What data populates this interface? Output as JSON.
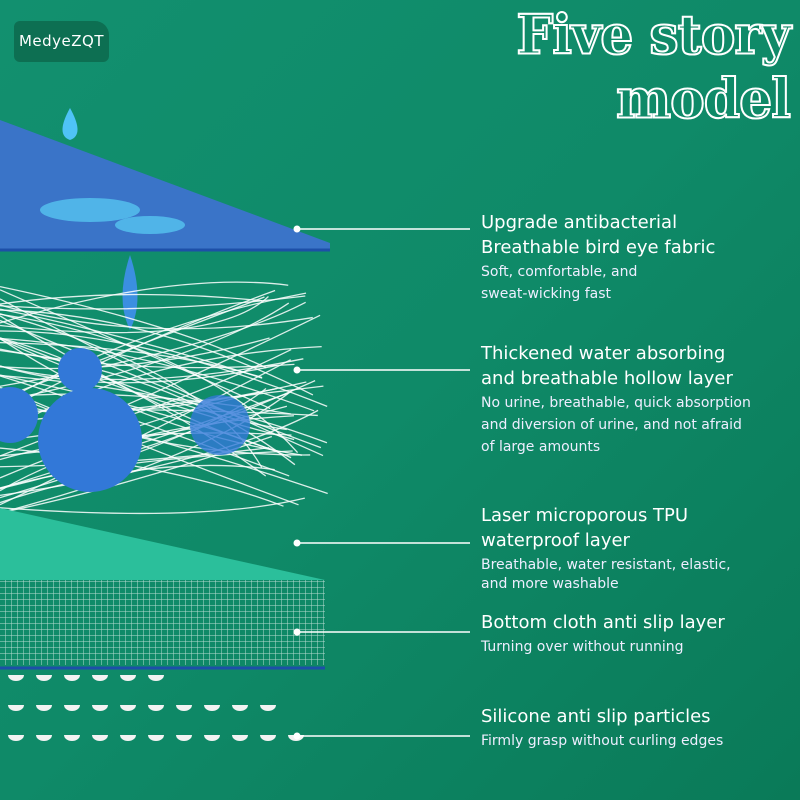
{
  "brand": {
    "logo_text": "MedyeZQT"
  },
  "title": "Five story model",
  "colors": {
    "background": "#10896a",
    "fabric": "#2f6fc4",
    "tpu": "#2bbf9b"
  },
  "layers": [
    {
      "title_lines": [
        "Upgrade antibacterial",
        "Breathable bird eye fabric"
      ],
      "desc_lines": [
        "Soft, comfortable, and",
        "sweat-wicking fast"
      ]
    },
    {
      "title_lines": [
        "Thickened water absorbing",
        "and breathable hollow layer"
      ],
      "desc_lines": [
        "No urine, breathable, quick absorption",
        "and diversion of urine, and not afraid",
        "of large amounts"
      ]
    },
    {
      "title_lines": [
        "Laser microporous TPU",
        "waterproof layer"
      ],
      "desc_lines": [
        "Breathable, water resistant, elastic,",
        "and more washable"
      ]
    },
    {
      "title_lines": [
        "Bottom cloth anti slip layer"
      ],
      "desc_lines": [
        "Turning over without running"
      ]
    },
    {
      "title_lines": [
        "Silicone anti slip particles"
      ],
      "desc_lines": [
        "Firmly grasp without curling edges"
      ]
    }
  ]
}
